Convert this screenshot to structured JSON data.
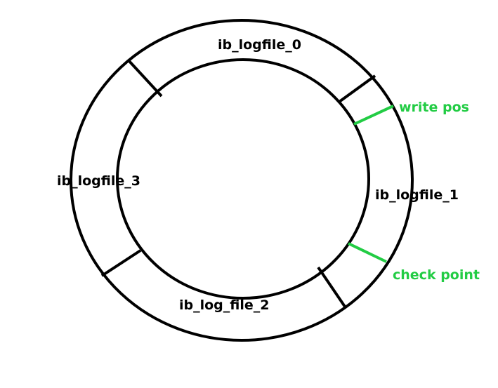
{
  "diagram": {
    "segments": [
      {
        "label": "ib_logfile_0"
      },
      {
        "label": "ib_logfile_1"
      },
      {
        "label": "ib_log_file_2"
      },
      {
        "label": "ib_logfile_3"
      }
    ],
    "pointers": {
      "write_pos": {
        "label": "write pos"
      },
      "check_point": {
        "label": "check point"
      }
    },
    "colors": {
      "outline": "#000000",
      "pointer": "#22cc44",
      "background": "#ffffff"
    }
  }
}
